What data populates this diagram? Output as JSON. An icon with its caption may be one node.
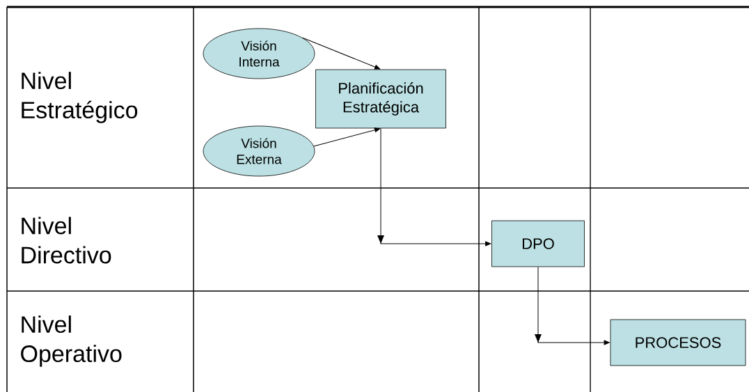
{
  "diagram": {
    "nodes": [
      {
        "text": [
          "Visión Interna"
        ]
      },
      {
        "text": [
          "Planificación Estratégica"
        ]
      },
      {
        "text": [
          "Visión Externa"
        ]
      },
      {
        "text": [
          "DPO"
        ]
      },
      {
        "text": [
          "PROCESOS"
        ]
      }
    ],
    "edges": [
      {
        "from": 0,
        "to": 1,
        "arrow": "to"
      },
      {
        "from": 2,
        "to": 1,
        "arrow": "to"
      },
      {
        "from": 1,
        "to": 3,
        "arrow": "to"
      },
      {
        "from": 3,
        "to": 4,
        "arrow": "to"
      }
    ],
    "labels": [
      "Nivel Estratégico",
      "Nivel Directivo",
      "Nivel Operativo"
    ]
  }
}
